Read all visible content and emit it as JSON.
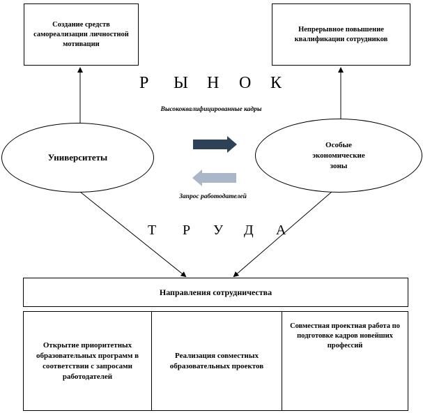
{
  "goals": {
    "left": "Создание средств самореализации личностной мотивации",
    "right": "Непрерывное повышение квалификации сотрудников"
  },
  "market_word": [
    "Р",
    "Ы",
    "Н",
    "О",
    "К"
  ],
  "labor_word": [
    "Т",
    "Р",
    "У",
    "Д",
    "А"
  ],
  "universities": "Университеты",
  "sez": "Особые экономические зоны",
  "flow_top": "Высококвалифицированные кадры",
  "flow_bottom": "Запрос работодателей",
  "cooperation_header": "Направления сотрудничества",
  "directions": [
    "Открытие приоритетных образовательных программ в соответствии с запросами работодателей",
    "Реализация совместных образовательных проектов",
    "Совместная проектная работа по подготовке кадров новейших профессий"
  ],
  "colors": {
    "arrow_dark": "#2e4257",
    "arrow_light": "#a9b7c8"
  }
}
